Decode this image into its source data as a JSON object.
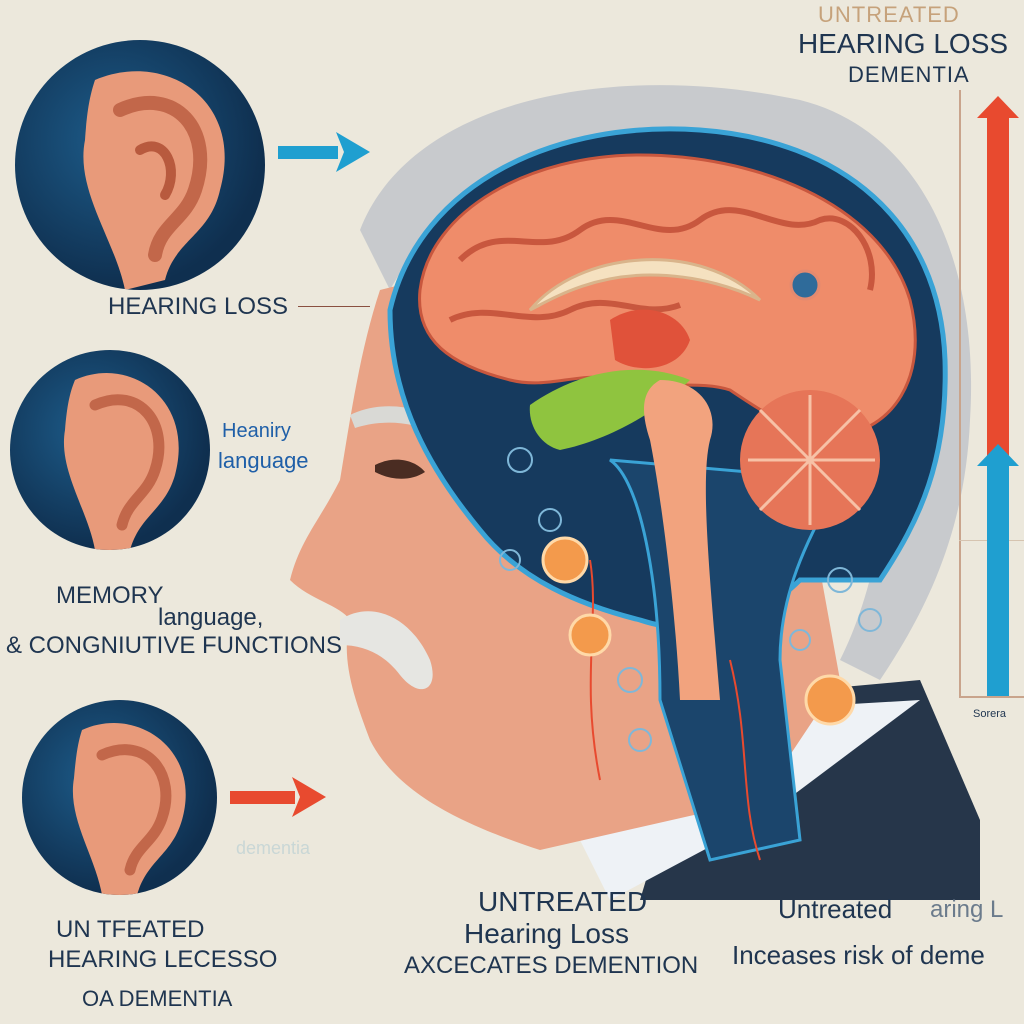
{
  "colors": {
    "background": "#ece8dc",
    "navy_text": "#1f3550",
    "blue_text": "#1f5fa8",
    "red_arrow": "#e84a2f",
    "blue_arrow": "#1f9fd0",
    "skin": "#e9a386",
    "brain": "#ef8c6a",
    "head_cross_section": "#163a5e"
  },
  "title": {
    "line1": "UNTREATED",
    "line2": "HEARING LOSS",
    "line3": "DEMENTIA"
  },
  "labels": {
    "hearing_loss": "HEARING LOSS",
    "heaniry": "Heaniry",
    "language": "language",
    "memory": "MEMORY",
    "memory_line2": "language,",
    "memory_line3": "& CONGNIUTIVE FUNCTIONS",
    "faded_dementia": "dementia",
    "left_bottom_1": "UN TFEATED",
    "left_bottom_2": "HEARING LECESSO",
    "left_bottom_3": "OA DEMENTIA",
    "center_bottom_1": "UNTREATED",
    "center_bottom_2": "Hearing Loss",
    "center_bottom_3": "AXCECATES DEMENTION",
    "right_bottom_1": "Untreated",
    "right_bottom_1b": "aring L",
    "right_bottom_2": "Inceases risk of deme",
    "bar_chart_label": "Sorera"
  },
  "icons": [
    "ear-icon",
    "arrow-right-icon",
    "arrow-up-icon"
  ],
  "chart_data": {
    "type": "bar",
    "categories": [
      "",
      ""
    ],
    "values": [
      1.0,
      0.42
    ],
    "colors": [
      "#e84a2f",
      "#1f9fd0"
    ],
    "xlabel": "Sorera",
    "ylabel": ""
  }
}
